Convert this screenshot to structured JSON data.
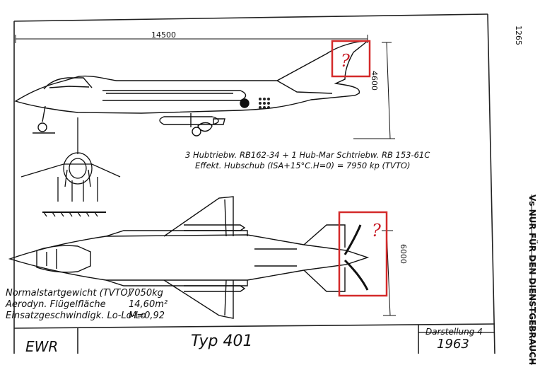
{
  "dimensions": {
    "side_length": "14500",
    "side_height": "4600",
    "plan_span": "6000"
  },
  "engines": {
    "line1": "3 Hubtriebw. RB162-34 + 1 Hub-Mar Schtriebw. RB 153-61C",
    "line2": "Effekt. Hubschub (ISA+15°C.H=0) = 7950 kp (TVTO)"
  },
  "specs": [
    {
      "label": "Normalstartgewicht (TVTO)",
      "value": "7050kg"
    },
    {
      "label": "Aerodyn. Flügelfläche",
      "value": "14,60m²"
    },
    {
      "label": "Einsatzgeschwindigk. Lo-Lo-Lo",
      "value": "M=0,92"
    }
  ],
  "annotations": {
    "question_mark": "?",
    "highlight_color": "#d42a2a"
  },
  "sheet_number": "1265",
  "margin_stamp": "Vs NUR FÜR DEN DIENSTGEBRAUCH",
  "title_block": {
    "company": "EWR",
    "type": "Typ 401",
    "label": "Darstellung 4",
    "year": "1963"
  }
}
